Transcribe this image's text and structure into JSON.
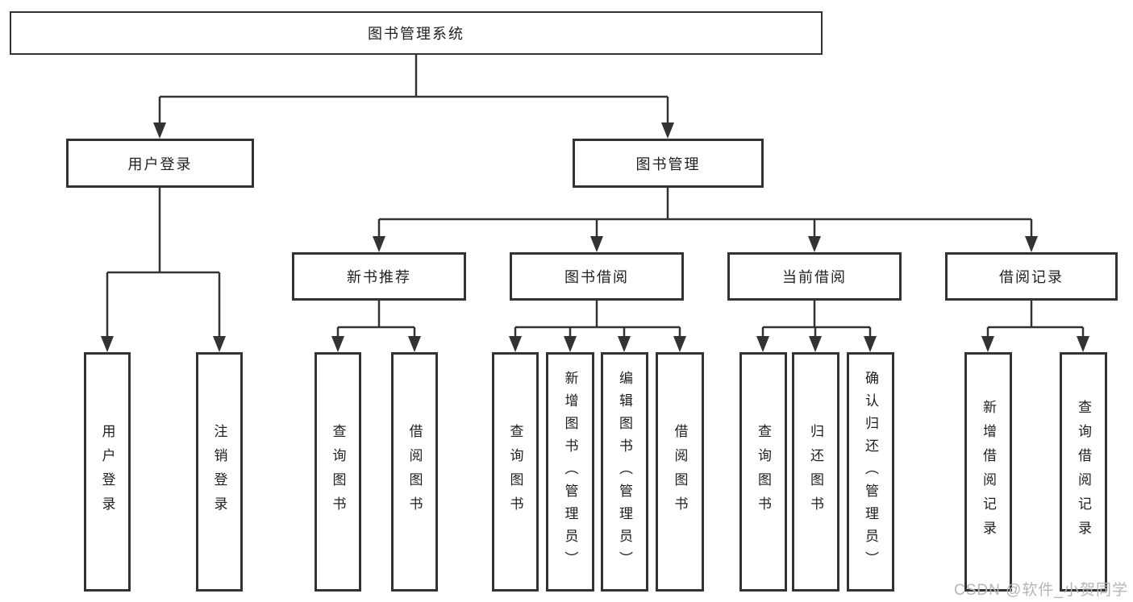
{
  "title": "图书管理系统",
  "nodes": {
    "root": "图书管理系统",
    "user_login": "用户登录",
    "book_mgmt": "图书管理",
    "new_books": "新书推荐",
    "book_borrow": "图书借阅",
    "current_borrow": "当前借阅",
    "borrow_records": "借阅记录",
    "ul_login": "用户登录",
    "ul_logout": "注销登录",
    "nb_query": "查询图书",
    "nb_borrow": "借阅图书",
    "bb_query": "查询图书",
    "bb_add": "新增图书（管理员）",
    "bb_edit": "编辑图书（管理员）",
    "bb_borrow": "借阅图书",
    "cb_query": "查询图书",
    "cb_return": "归还图书",
    "cb_confirm": "确认归还（管理员）",
    "br_add": "新增借阅记录",
    "br_query": "查询借阅记录"
  },
  "watermark": "CSDN @软件_小贺同学",
  "colors": {
    "line": "#333333",
    "text": "#1f1f1f",
    "watermark": "#b5b5b5",
    "background": "#ffffff"
  }
}
